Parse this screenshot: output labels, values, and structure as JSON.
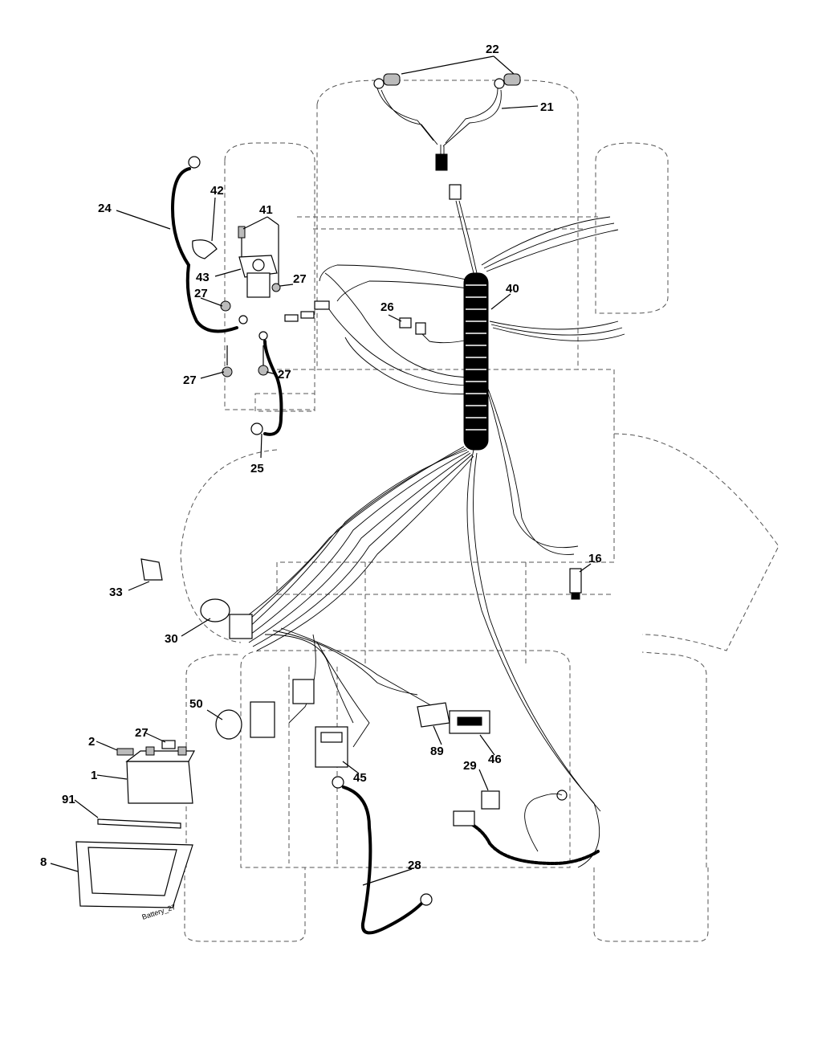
{
  "callouts": [
    {
      "id": "22",
      "label": "22"
    },
    {
      "id": "21",
      "label": "21"
    },
    {
      "id": "24",
      "label": "24"
    },
    {
      "id": "42",
      "label": "42"
    },
    {
      "id": "41",
      "label": "41"
    },
    {
      "id": "43",
      "label": "43"
    },
    {
      "id": "27a",
      "label": "27"
    },
    {
      "id": "27b",
      "label": "27"
    },
    {
      "id": "27c",
      "label": "27"
    },
    {
      "id": "27d",
      "label": "27"
    },
    {
      "id": "27e",
      "label": "27"
    },
    {
      "id": "40",
      "label": "40"
    },
    {
      "id": "26",
      "label": "26"
    },
    {
      "id": "25",
      "label": "25"
    },
    {
      "id": "16",
      "label": "16"
    },
    {
      "id": "33",
      "label": "33"
    },
    {
      "id": "30",
      "label": "30"
    },
    {
      "id": "50",
      "label": "50"
    },
    {
      "id": "2",
      "label": "2"
    },
    {
      "id": "1",
      "label": "1"
    },
    {
      "id": "91",
      "label": "91"
    },
    {
      "id": "8",
      "label": "8"
    },
    {
      "id": "45",
      "label": "45"
    },
    {
      "id": "89",
      "label": "89"
    },
    {
      "id": "46",
      "label": "46"
    },
    {
      "id": "29",
      "label": "29"
    },
    {
      "id": "28",
      "label": "28"
    }
  ],
  "drawing_id": "Battery_27",
  "colors": {
    "line": "#000000",
    "outline": "#555555",
    "background": "#ffffff"
  }
}
